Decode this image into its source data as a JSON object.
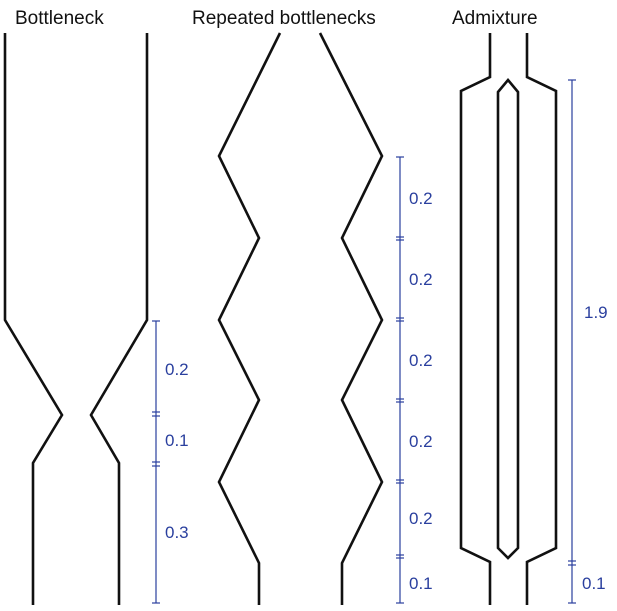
{
  "panels": [
    {
      "title": "Bottleneck",
      "intervals": [
        "0.2",
        "0.1",
        "0.3"
      ]
    },
    {
      "title": "Repeated bottlenecks",
      "intervals": [
        "0.2",
        "0.2",
        "0.2",
        "0.2",
        "0.2",
        "0.1"
      ]
    },
    {
      "title": "Admixture",
      "intervals": [
        "1.9",
        "0.1"
      ]
    }
  ],
  "colors": {
    "outline": "#111111",
    "scale_bar": "#2a3f9e"
  }
}
